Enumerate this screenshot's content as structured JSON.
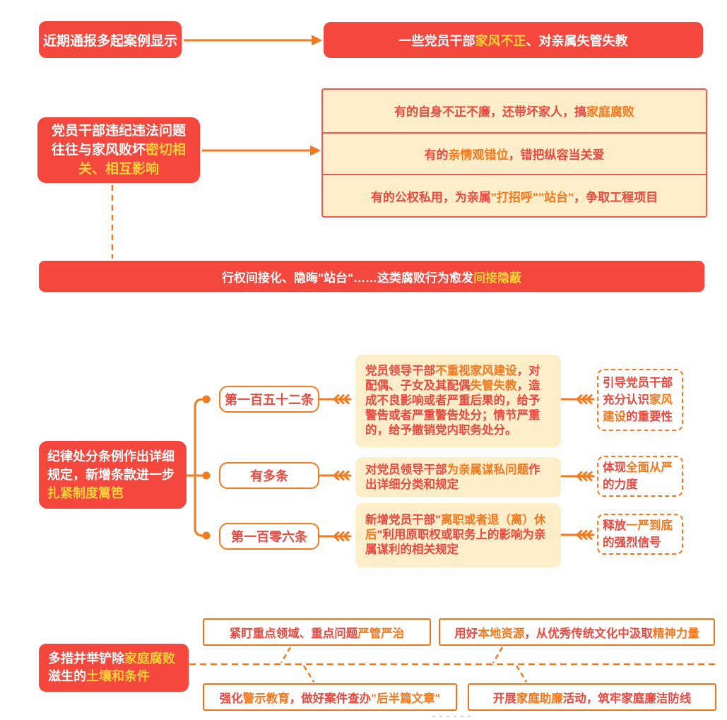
{
  "palette": {
    "box_red": "#f4473d",
    "text_red": "#e94a40",
    "accent_orange": "#f5791e",
    "highlight_yellow": "#ffd23c",
    "panel_cream": "#fdedc9",
    "panel_border_red": "#f3564c"
  },
  "top": {
    "source": {
      "segments": [
        {
          "t": "近期通报多起案例显示",
          "c": "w"
        }
      ]
    },
    "finding": {
      "segments": [
        {
          "t": "一些党员干部",
          "c": "w"
        },
        {
          "t": "家风不正",
          "c": "y"
        },
        {
          "t": "、对亲属失管失教",
          "c": "w"
        }
      ]
    }
  },
  "problem": {
    "cause": {
      "segments": [
        {
          "t": "党员干部违纪违法问题往往与家风败坏",
          "c": "w"
        },
        {
          "t": "密切相关、相互影响",
          "c": "y"
        }
      ]
    },
    "examples": [
      {
        "segments": [
          {
            "t": "有的自身不正不廉，还带坏家人，搞",
            "c": "r"
          },
          {
            "t": "家庭腐败",
            "c": "o"
          }
        ]
      },
      {
        "segments": [
          {
            "t": "有的",
            "c": "r"
          },
          {
            "t": "亲情观错位",
            "c": "o"
          },
          {
            "t": "，错把纵容当关爱",
            "c": "r"
          }
        ]
      },
      {
        "segments": [
          {
            "t": "有的公权私用，为亲属",
            "c": "r"
          },
          {
            "t": "\"打招呼\"\"站台\"",
            "c": "o"
          },
          {
            "t": "，争取工程项目",
            "c": "r"
          }
        ]
      }
    ],
    "conclusion": {
      "segments": [
        {
          "t": "行权间接化、隐晦\"站台\"……这类腐败行为愈发",
          "c": "w"
        },
        {
          "t": "间接隐蔽",
          "c": "y"
        }
      ]
    }
  },
  "regulation": {
    "intro": {
      "segments": [
        {
          "t": "纪律处分条例作出详细规定，新增条款进一步",
          "c": "w"
        },
        {
          "t": "扎紧制度篱笆",
          "c": "y"
        }
      ]
    },
    "branches": [
      {
        "clause": {
          "segments": [
            {
              "t": "第一百五十二条",
              "c": "r"
            }
          ]
        },
        "detail": {
          "segments": [
            {
              "t": "党员领导干部",
              "c": "r"
            },
            {
              "t": "不重视家风建设",
              "c": "o"
            },
            {
              "t": "，对配偶、子女及其配偶",
              "c": "r"
            },
            {
              "t": "失管失教",
              "c": "o"
            },
            {
              "t": "，造成不良影响或者严重后果的，给予警告或者严重警告处分；情节严重的，给予撤销党内职务处分。",
              "c": "r"
            }
          ]
        },
        "effect": {
          "segments": [
            {
              "t": "引导党员干部充分认识",
              "c": "r"
            },
            {
              "t": "家风建设",
              "c": "o"
            },
            {
              "t": "的重要性",
              "c": "r"
            }
          ]
        }
      },
      {
        "clause": {
          "segments": [
            {
              "t": "有多条",
              "c": "r"
            }
          ]
        },
        "detail": {
          "segments": [
            {
              "t": "对党员领导干部",
              "c": "r"
            },
            {
              "t": "为亲属谋私问题",
              "c": "o"
            },
            {
              "t": "作出详细分类和规定",
              "c": "r"
            }
          ]
        },
        "effect": {
          "segments": [
            {
              "t": "体现",
              "c": "r"
            },
            {
              "t": "全面从严",
              "c": "o"
            },
            {
              "t": "的力度",
              "c": "r"
            }
          ]
        }
      },
      {
        "clause": {
          "segments": [
            {
              "t": "第一百零六条",
              "c": "r"
            }
          ]
        },
        "detail": {
          "segments": [
            {
              "t": "新增党员干部\"",
              "c": "r"
            },
            {
              "t": "离职或者退（离）休后",
              "c": "o"
            },
            {
              "t": "\"利用原职权或职务上的影响为亲属谋利的相关规定",
              "c": "r"
            }
          ]
        },
        "effect": {
          "segments": [
            {
              "t": "释放",
              "c": "r"
            },
            {
              "t": "一严到底",
              "c": "o"
            },
            {
              "t": "的强烈信号",
              "c": "r"
            }
          ]
        }
      }
    ]
  },
  "measures": {
    "intro": {
      "segments": [
        {
          "t": "多措并举铲除",
          "c": "w"
        },
        {
          "t": "家庭腐败",
          "c": "y"
        },
        {
          "t": "滋生的",
          "c": "w"
        },
        {
          "t": "土壤和条件",
          "c": "y"
        }
      ]
    },
    "items": [
      {
        "segments": [
          {
            "t": "紧盯重点领域、重点问题",
            "c": "r"
          },
          {
            "t": "严管严治",
            "c": "o"
          }
        ]
      },
      {
        "segments": [
          {
            "t": "用好",
            "c": "r"
          },
          {
            "t": "本地资源",
            "c": "o"
          },
          {
            "t": "，从优秀传统文化中汲取",
            "c": "r"
          },
          {
            "t": "精神力量",
            "c": "o"
          }
        ]
      },
      {
        "segments": [
          {
            "t": "强化",
            "c": "r"
          },
          {
            "t": "警示教育",
            "c": "o"
          },
          {
            "t": "，做好案件查办",
            "c": "r"
          },
          {
            "t": "\"后半篇文章\"",
            "c": "o"
          }
        ]
      },
      {
        "segments": [
          {
            "t": "开展",
            "c": "r"
          },
          {
            "t": "家庭助廉",
            "c": "o"
          },
          {
            "t": "活动，筑牢家庭廉洁防线",
            "c": "r"
          }
        ]
      }
    ]
  }
}
